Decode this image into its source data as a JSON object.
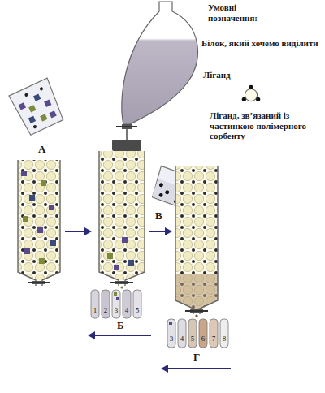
{
  "diagram": {
    "labels": [
      "Умовні позначення:",
      "А",
      "В",
      "Б",
      "1",
      "2",
      "3",
      "4",
      "5",
      "Г",
      "3",
      "4",
      "5",
      "6",
      "7",
      "8"
    ],
    "legend": [
      {
        "text": "Білок, який хочемо виділити"
      },
      {
        "text": "Ліганд"
      },
      {
        "text": "Ліганд, зв’язаний із частинкою полімерного сорбенту"
      }
    ]
  }
}
